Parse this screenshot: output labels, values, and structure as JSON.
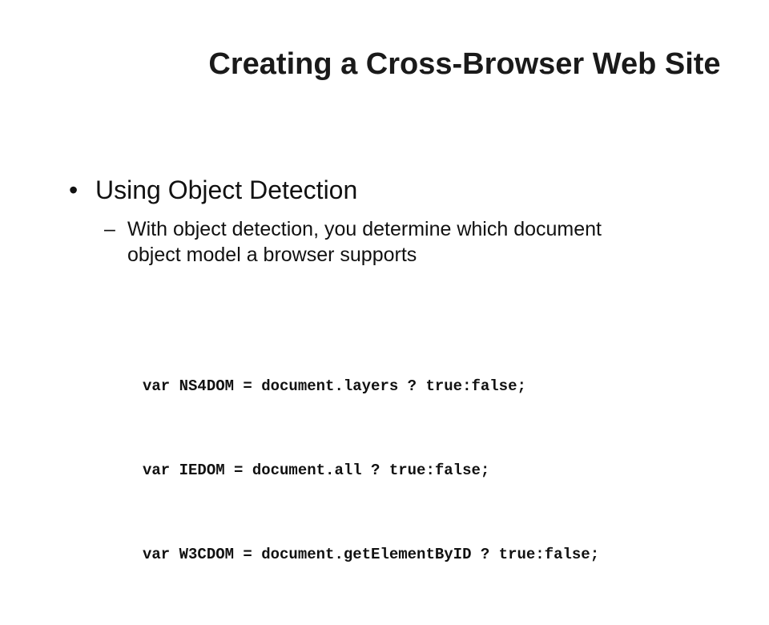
{
  "slide": {
    "title": "Creating a Cross-Browser Web Site",
    "bullet": {
      "marker": "•",
      "text": "Using Object Detection"
    },
    "sub_bullet": {
      "marker": "–",
      "text": "With object detection, you determine which document object model a browser supports"
    },
    "code_lines": [
      "var NS4DOM = document.layers ? true:false;",
      "var IEDOM = document.all ? true:false;",
      "var W3CDOM = document.getElementByID ? true:false;"
    ]
  }
}
